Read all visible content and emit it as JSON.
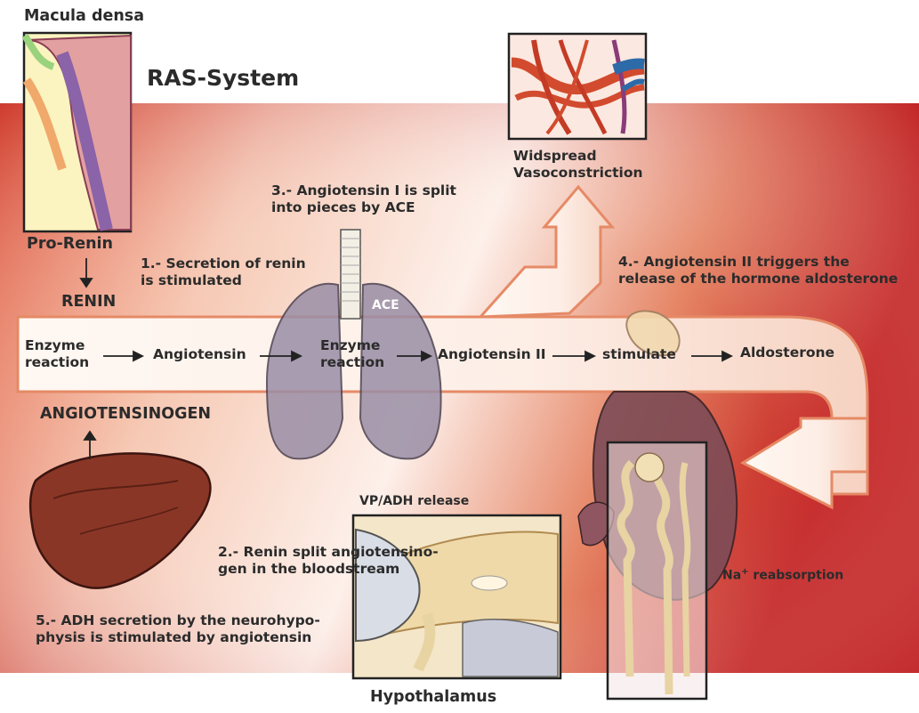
{
  "title": "RAS-System",
  "macula_densa": "Macula densa",
  "pro_renin": "Pro-Renin",
  "renin": "RENIN",
  "angiotensinogen": "ANGIOTENSINOGEN",
  "hypothalamus": "Hypothalamus",
  "vp_adh_release": "VP/ADH release",
  "na_reabsorption": {
    "prefix": "Na",
    "sup": "+",
    "suffix": " reabsorption"
  },
  "ace_label": "ACE",
  "widespread": [
    "Widspread",
    "Vasoconstriction"
  ],
  "steps": {
    "step1": [
      "1.- Secretion of renin",
      "is stimulated"
    ],
    "step2": [
      "2.- Renin split angiotensino-",
      "gen in the bloodstream"
    ],
    "step3": [
      "3.- Angiotensin I is split",
      "into pieces by ACE"
    ],
    "step4": [
      "4.- Angiotensin II triggers the",
      "release of the hormone aldosterone"
    ],
    "step5": [
      "5.- ADH secretion by the neurohypo-",
      "physis is stimulated by angiotensin"
    ]
  },
  "pathway": {
    "enzyme_reaction_1": [
      "Enzyme",
      "reaction"
    ],
    "angiotensin": "Angiotensin",
    "enzyme_reaction_2": [
      "Enzyme",
      "reaction"
    ],
    "angiotensin_ii": "Angiotensin II",
    "stimulate": "stimulate",
    "aldosterone": "Aldosterone"
  },
  "colors": {
    "bg_red": "#c8231f",
    "bg_light": "#fbe6dc",
    "band_fill": "#fdf6f1",
    "band_edge": "#e9a07f",
    "text": "#2b2b2b",
    "liver": "#8a3626",
    "lung": "#9a8ea6",
    "kidney": "#7d4c57",
    "vessel_red": "#d24b2e",
    "vessel_blue": "#2d6aa8"
  },
  "icons": [
    "macula-densa-illustration",
    "liver-icon",
    "lungs-icon",
    "trachea-icon",
    "adrenal-gland-icon",
    "kidney-icon",
    "nephron-icon",
    "capillary-bed-icon",
    "hypothalamus-illustration",
    "arrow-icon"
  ]
}
